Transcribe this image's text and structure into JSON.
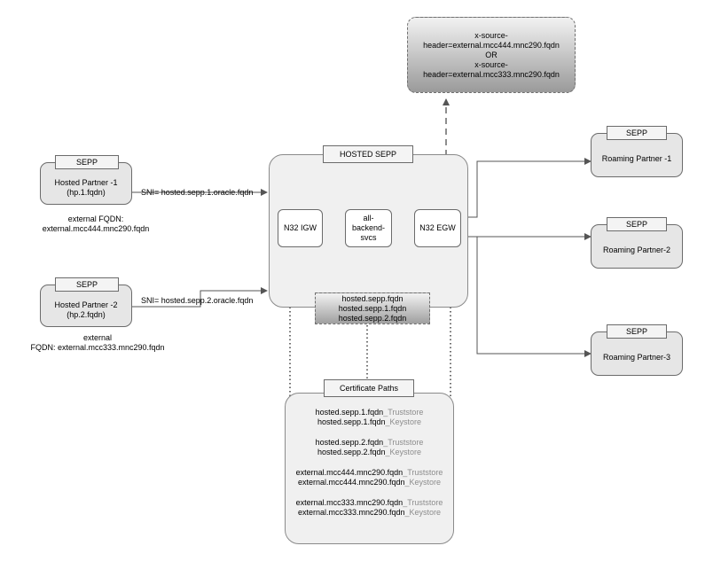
{
  "hosted_partner_1": {
    "tab": "SEPP",
    "line1": "Hosted Partner -1",
    "line2": "(hp.1.fqdn)",
    "sni": "SNI= hosted.sepp.1.oracle.fqdn",
    "ext_line1": "external FQDN:",
    "ext_line2": "external.mcc444.mnc290.fqdn"
  },
  "hosted_partner_2": {
    "tab": "SEPP",
    "line1": "Hosted Partner -2",
    "line2": "(hp.2.fqdn)",
    "sni": "SNI= hosted.sepp.2.oracle.fqdn",
    "ext_line1": "external",
    "ext_line2": "FQDN: external.mcc333.mnc290.fqdn"
  },
  "hosted_sepp": {
    "title": "HOSTED SEPP",
    "igw": "N32 IGW",
    "backend_line1": "all-",
    "backend_line2": "backend-",
    "backend_line3": "svcs",
    "egw": "N32 EGW",
    "fqdns": [
      "hosted.sepp.fqdn",
      "hosted.sepp.1.fqdn",
      "hosted.sepp.2.fqdn"
    ]
  },
  "header_note": {
    "lines": [
      "x-source-",
      "header=external.mcc444.mnc290.fqdn",
      "OR",
      "x-source-",
      "header=external.mcc333.mnc290.fqdn"
    ]
  },
  "roaming_partners": [
    {
      "tab": "SEPP",
      "label": "Roaming Partner -1"
    },
    {
      "tab": "SEPP",
      "label": "Roaming Partner-2"
    },
    {
      "tab": "SEPP",
      "label": "Roaming Partner-3"
    }
  ],
  "certificates": {
    "title": "Certificate Paths",
    "groups": [
      [
        {
          "prefix": "hosted.sepp.1.fqdn",
          "suffix": "_Truststore"
        },
        {
          "prefix": "hosted.sepp.1.fqdn",
          "suffix": "_Keystore"
        }
      ],
      [
        {
          "prefix": "hosted.sepp.2.fqdn",
          "suffix": "_Truststore"
        },
        {
          "prefix": "hosted.sepp.2.fqdn",
          "suffix": "_Keystore"
        }
      ],
      [
        {
          "prefix": "external.mcc444.mnc290.fqdn",
          "suffix": "_Truststore"
        },
        {
          "prefix": "external.mcc444.mnc290.fqdn",
          "suffix": "_Keystore"
        }
      ],
      [
        {
          "prefix": "external.mcc333.mnc290.fqdn",
          "suffix": "_Truststore"
        },
        {
          "prefix": "external.mcc333.mnc290.fqdn",
          "suffix": "_Keystore"
        }
      ]
    ]
  },
  "colors": {
    "box_fill": "#e6e6e6",
    "stroke": "#6b6b6b",
    "suffix_text": "#8c8c8c"
  }
}
